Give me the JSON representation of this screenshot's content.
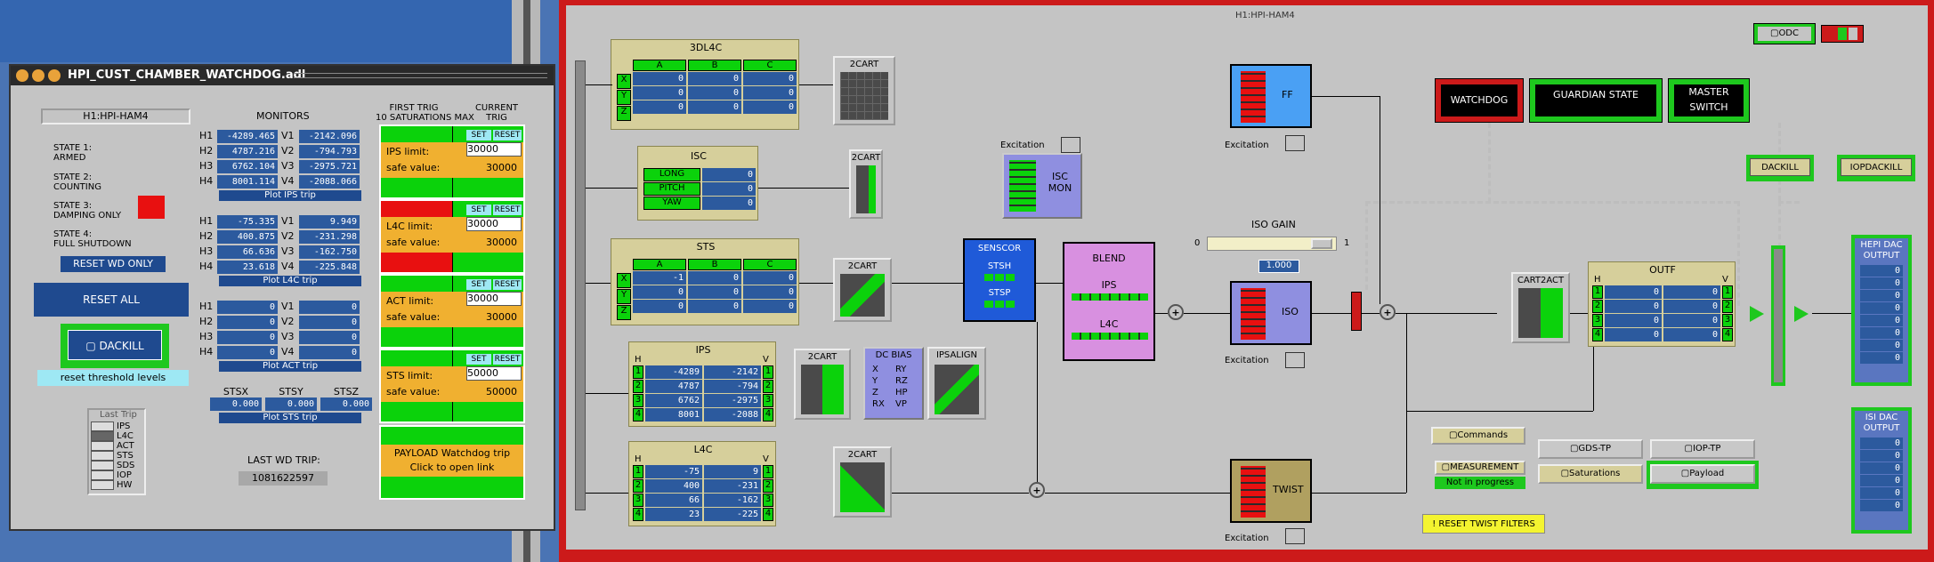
{
  "watchdog": {
    "title": "HPI_CUST_CHAMBER_WATCHDOG.adl",
    "chamber": "H1:HPI-HAM4",
    "monitors_label": "MONITORS",
    "first_trig_label": "FIRST TRIG\n10 SATURATIONS MAX",
    "current_trig_label": "CURRENT\nTRIG",
    "states": [
      {
        "label": "STATE 1:",
        "value": "ARMED"
      },
      {
        "label": "STATE 2:",
        "value": "COUNTING"
      },
      {
        "label": "STATE 3:",
        "value": "DAMPING ONLY"
      },
      {
        "label": "STATE 4:",
        "value": "FULL SHUTDOWN"
      }
    ],
    "reset_wd_only": "RESET WD ONLY",
    "reset_all": "RESET ALL",
    "dackill": "DACKILL",
    "reset_threshold": "reset threshold levels",
    "last_trip_label": "Last Trip",
    "last_trip_items": [
      "IPS",
      "L4C",
      "ACT",
      "STS",
      "SDS",
      "IOP",
      "HW"
    ],
    "ips_monitor": {
      "H": [
        "-4289.465",
        "4787.216",
        "6762.104",
        "8001.114"
      ],
      "V": [
        "-2142.096",
        "-794.793",
        "-2975.721",
        "-2088.066"
      ],
      "plot": "Plot IPS trip"
    },
    "l4c_monitor": {
      "H": [
        "-75.335",
        "400.875",
        "66.636",
        "23.618"
      ],
      "V": [
        "9.949",
        "-231.298",
        "-162.750",
        "-225.848"
      ],
      "plot": "Plot L4C trip"
    },
    "act_monitor": {
      "H": [
        "0",
        "0",
        "0",
        "0"
      ],
      "V": [
        "0",
        "0",
        "0",
        "0"
      ],
      "plot": "Plot ACT trip"
    },
    "sts_monitor": {
      "labels": [
        "STSX",
        "STSY",
        "STSZ"
      ],
      "values": [
        "0.000",
        "0.000",
        "0.000"
      ],
      "plot": "Plot STS trip"
    },
    "limits": [
      {
        "label": "IPS limit:",
        "limit": "30000",
        "safe_label": "safe value:",
        "safe": "30000"
      },
      {
        "label": "L4C limit:",
        "limit": "30000",
        "safe_label": "safe value:",
        "safe": "30000"
      },
      {
        "label": "ACT limit:",
        "limit": "30000",
        "safe_label": "safe value:",
        "safe": "30000"
      },
      {
        "label": "STS limit:",
        "limit": "50000",
        "safe_label": "safe value:",
        "safe": "50000"
      }
    ],
    "set": "SET",
    "reset": "RESET",
    "payload": "PAYLOAD Watchdog trip\nClick to open link",
    "last_wd_trip_label": "LAST WD TRIP:",
    "last_wd_trip": "1081622597"
  },
  "overview": {
    "title": "H1:HPI-HAM4",
    "odc": "ODC",
    "blocks": {
      "l4c3dl": {
        "title": "3DL4C",
        "cols": [
          "A",
          "B",
          "C"
        ],
        "rows": [
          "X",
          "Y",
          "Z"
        ],
        "values": [
          [
            "0",
            "0",
            "0"
          ],
          [
            "0",
            "0",
            "0"
          ],
          [
            "0",
            "0",
            "0"
          ]
        ]
      },
      "isc": {
        "title": "ISC",
        "rows": [
          "LONG",
          "PITCH",
          "YAW"
        ],
        "values": [
          "0",
          "0",
          "0"
        ]
      },
      "sts": {
        "title": "STS",
        "cols": [
          "A",
          "B",
          "C"
        ],
        "rows": [
          "X",
          "Y",
          "Z"
        ],
        "values": [
          [
            "-1",
            "0",
            "0"
          ],
          [
            "0",
            "0",
            "0"
          ],
          [
            "0",
            "0",
            "0"
          ]
        ]
      },
      "ips": {
        "title": "IPS",
        "h": "H",
        "v": "V",
        "rows": [
          "1",
          "2",
          "3",
          "4"
        ],
        "H": [
          "-4289",
          "4787",
          "6762",
          "8001"
        ],
        "V": [
          "-2142",
          "-794",
          "-2975",
          "-2088"
        ]
      },
      "l4c": {
        "title": "L4C",
        "h": "H",
        "v": "V",
        "rows": [
          "1",
          "2",
          "3",
          "4"
        ],
        "H": [
          "-75",
          "400",
          "66",
          "23"
        ],
        "V": [
          "9",
          "-231",
          "-162",
          "-225"
        ]
      },
      "outf": {
        "title": "OUTF",
        "h": "H",
        "v": "V",
        "rows": [
          "1",
          "2",
          "3",
          "4"
        ],
        "H": [
          "0",
          "0",
          "0",
          "0"
        ],
        "V": [
          "0",
          "0",
          "0",
          "0"
        ]
      }
    },
    "cart": "2CART",
    "cart2act": "CART2ACT",
    "dcbias": {
      "title": "DC BIAS",
      "rows": [
        [
          "X",
          "RY"
        ],
        [
          "Y",
          "RZ"
        ],
        [
          "Z",
          "HP"
        ],
        [
          "RX",
          "VP"
        ]
      ]
    },
    "ipsalign": "IPSALIGN",
    "isc_mon": "ISC\nMON",
    "sensor": {
      "title": "SENSCOR",
      "a": "STSH",
      "b": "STSP"
    },
    "blend": {
      "title": "BLEND",
      "a": "IPS",
      "b": "L4C"
    },
    "ff": "FF",
    "iso": "ISO",
    "twist": "TWIST",
    "excitation": "Excitation",
    "iso_gain": {
      "label": "ISO GAIN",
      "min": "0",
      "max": "1",
      "value": "1.000"
    },
    "watchdog_btn": "WATCHDOG",
    "guardian": "GUARDIAN STATE",
    "master": "MASTER\nSWITCH",
    "dackill": "DACKILL",
    "iopdackill": "IOPDACKILL",
    "hepi_dac": "HEPI DAC\nOUTPUT",
    "isi_dac": "ISI DAC\nOUTPUT",
    "commands": "Commands",
    "measurement": "MEASUREMENT",
    "not_in_progress": "Not in progress",
    "gds_tp": "GDS-TP",
    "iop_tp": "IOP-TP",
    "saturations": "Saturations",
    "payload": "Payload",
    "reset_twist": "! RESET TWIST FILTERS"
  },
  "colors": {
    "alarm_red": "#cc2020",
    "ok_green": "#1ec81e",
    "panel_gray": "#c4c4c4",
    "value_blue": "#2c5a9e"
  }
}
